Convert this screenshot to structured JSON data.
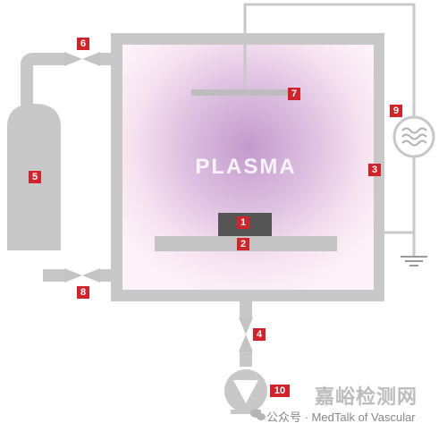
{
  "diagram": {
    "plasma_text": "PLASMA",
    "labels": {
      "substrate": "1",
      "electrode_bottom": "2",
      "chamber_wall": "3",
      "valve_bottom": "4",
      "gas_cylinder": "5",
      "valve_gas_inlet": "6",
      "electrode_top": "7",
      "valve_vent": "8",
      "rf_generator": "9",
      "vacuum_pump": "10"
    }
  },
  "watermark": {
    "brand": "嘉峪检测网",
    "source": "公众号 · MedTalk of Vascular"
  },
  "colors": {
    "gray": "#c8c8c8",
    "dark_gray": "#555555",
    "label_red": "#d2232a",
    "plasma_core": "#c9a1cf",
    "plasma_edge": "#fbeef5"
  }
}
